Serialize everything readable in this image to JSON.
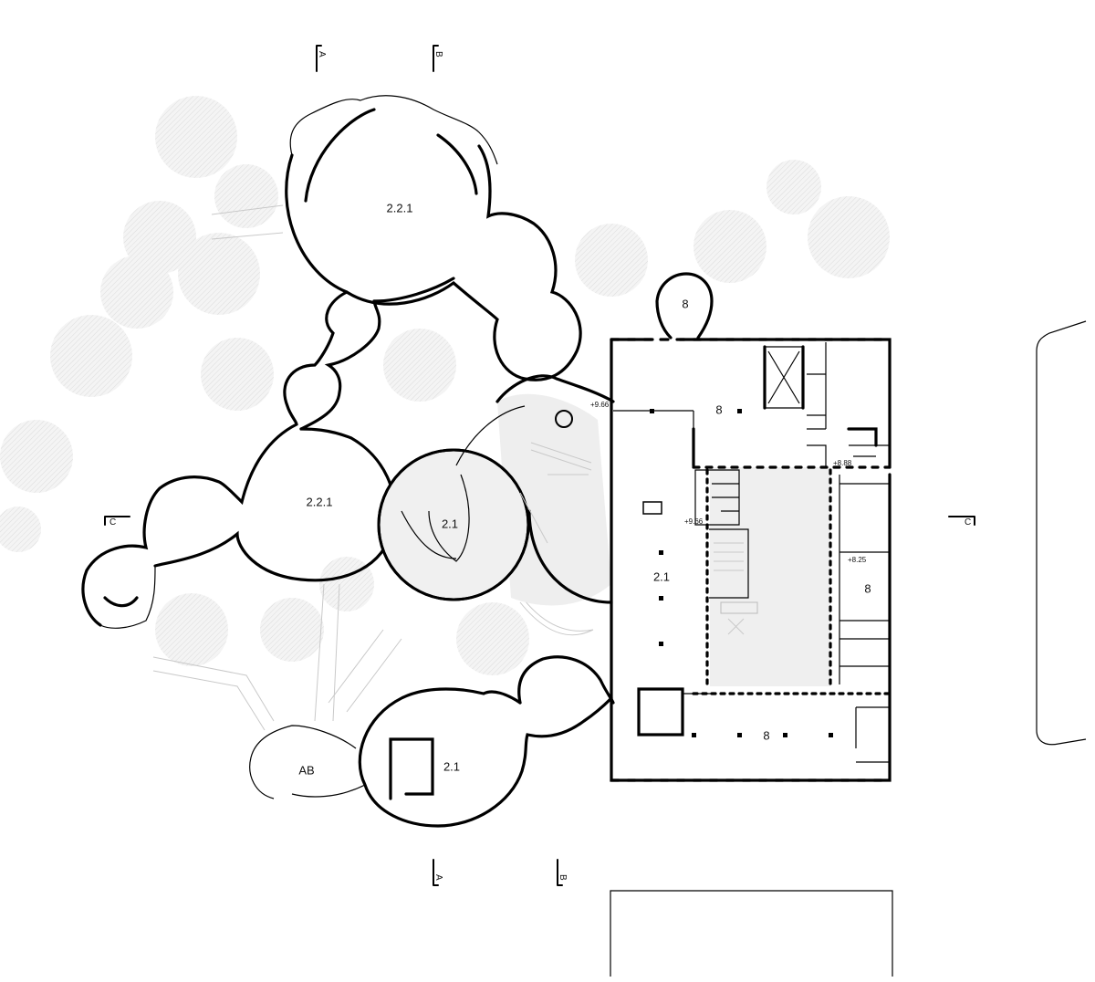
{
  "plan": {
    "rooms": [
      {
        "key": "r1",
        "label": "2.2.1"
      },
      {
        "key": "r2",
        "label": "2.2.1"
      },
      {
        "key": "r3",
        "label": "2.1"
      },
      {
        "key": "r4",
        "label": "2.1"
      },
      {
        "key": "r5",
        "label": "2.1"
      },
      {
        "key": "r6",
        "label": "AB"
      },
      {
        "key": "r7",
        "label": "8"
      },
      {
        "key": "r8",
        "label": "8"
      },
      {
        "key": "r9",
        "label": "8"
      },
      {
        "key": "r10",
        "label": "8"
      }
    ],
    "levels": [
      "+9.66",
      "+8.88",
      "+9.66",
      "+8.25"
    ],
    "section_marks": {
      "a_top": "A",
      "b_top": "B",
      "a_bottom": "A",
      "b_bottom": "B",
      "c_left": "C",
      "c_right": "C"
    }
  },
  "colors": {
    "line": "#000000",
    "tree_hatch": "#d9d9d9",
    "court_fill": "#efefef"
  }
}
